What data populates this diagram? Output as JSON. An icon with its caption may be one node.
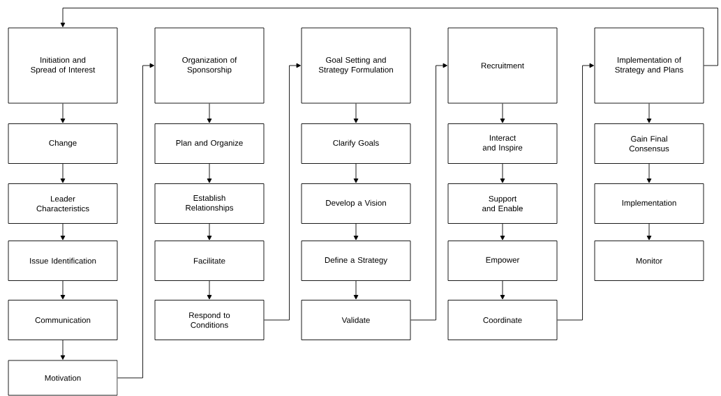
{
  "diagram": {
    "nodes": [
      {
        "text": [
          "Initiation and Spread of Interest"
        ]
      },
      {
        "text": [
          "Change"
        ]
      },
      {
        "text": [
          "Leader Characteristics"
        ]
      },
      {
        "text": [
          "Issue Identification"
        ]
      },
      {
        "text": [
          "Communication"
        ]
      },
      {
        "text": [
          "Motivation"
        ]
      },
      {
        "text": [
          "Organization of Sponsorship"
        ]
      },
      {
        "text": [
          "Plan and Organize"
        ]
      },
      {
        "text": [
          "Establish Relationships"
        ]
      },
      {
        "text": [
          "Facilitate"
        ]
      },
      {
        "text": [
          "Respond to Conditions"
        ]
      },
      {
        "text": [
          "Goal Setting and Strategy Formulation"
        ]
      },
      {
        "text": [
          "Clarify Goals"
        ]
      },
      {
        "text": [
          "Develop a Vision"
        ]
      },
      {
        "text": [
          "Define a Strategy"
        ]
      },
      {
        "text": [
          "Validate"
        ]
      },
      {
        "text": [
          "Recruitment"
        ]
      },
      {
        "text": [
          "Interact and Inspire"
        ]
      },
      {
        "text": [
          "Support and Enable"
        ]
      },
      {
        "text": [
          "Empower"
        ]
      },
      {
        "text": [
          "Coordinate"
        ]
      },
      {
        "text": [
          "Implementation of Strategy and Plans"
        ]
      },
      {
        "text": [
          "Gain Final Consensus"
        ]
      },
      {
        "text": [
          "Implementation"
        ]
      },
      {
        "text": [
          "Monitor"
        ]
      }
    ],
    "edges": [
      {
        "from": 0,
        "to": 1,
        "arrow": "to"
      },
      {
        "from": 1,
        "to": 2,
        "arrow": "to"
      },
      {
        "from": 2,
        "to": 3,
        "arrow": "to"
      },
      {
        "from": 3,
        "to": 4,
        "arrow": "to"
      },
      {
        "from": 4,
        "to": 5,
        "arrow": "to"
      },
      {
        "from": 5,
        "to": 6,
        "arrow": "to"
      },
      {
        "from": 6,
        "to": 7,
        "arrow": "to"
      },
      {
        "from": 7,
        "to": 8,
        "arrow": "to"
      },
      {
        "from": 8,
        "to": 9,
        "arrow": "to"
      },
      {
        "from": 9,
        "to": 10,
        "arrow": "to"
      },
      {
        "from": 10,
        "to": 11,
        "arrow": "to"
      },
      {
        "from": 11,
        "to": 12,
        "arrow": "to"
      },
      {
        "from": 12,
        "to": 13,
        "arrow": "to"
      },
      {
        "from": 13,
        "to": 14,
        "arrow": "to"
      },
      {
        "from": 14,
        "to": 15,
        "arrow": "to"
      },
      {
        "from": 15,
        "to": 16,
        "arrow": "to"
      },
      {
        "from": 16,
        "to": 17,
        "arrow": "to"
      },
      {
        "from": 17,
        "to": 18,
        "arrow": "to"
      },
      {
        "from": 18,
        "to": 19,
        "arrow": "to"
      },
      {
        "from": 19,
        "to": 20,
        "arrow": "to"
      },
      {
        "from": 20,
        "to": 21,
        "arrow": "to"
      },
      {
        "from": 21,
        "to": 22,
        "arrow": "to"
      },
      {
        "from": 22,
        "to": 23,
        "arrow": "to"
      },
      {
        "from": 23,
        "to": 24,
        "arrow": "to"
      },
      {
        "from": 21,
        "to": 0,
        "arrow": "to"
      }
    ]
  }
}
